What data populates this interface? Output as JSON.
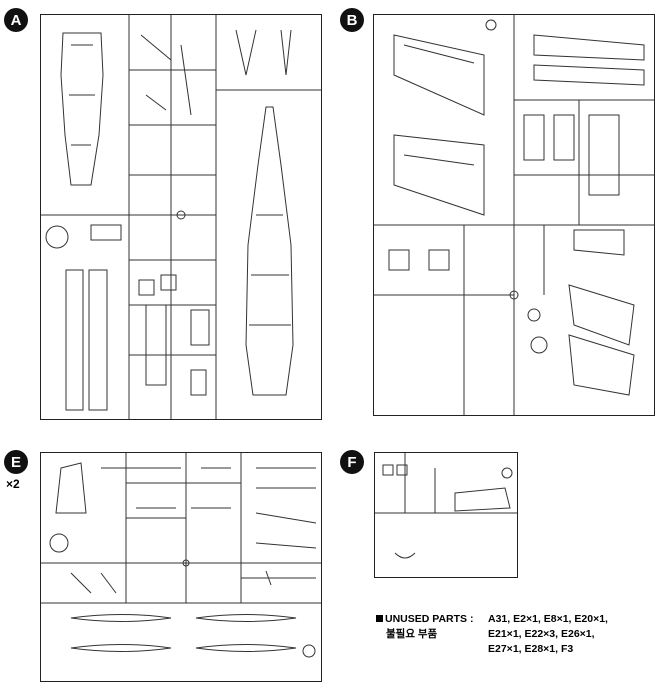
{
  "sprues": {
    "a": {
      "letter": "A"
    },
    "b": {
      "letter": "B",
      "tag": "B"
    },
    "e": {
      "letter": "E",
      "multiplier": "×2"
    },
    "f": {
      "letter": "F",
      "tag": "F"
    }
  },
  "unused_parts": {
    "title": "UNUSED PARTS",
    "korean": "불필요 부품",
    "lines": [
      "A31, E2×1, E8×1, E20×1,",
      "E21×1, E22×3, E26×1,",
      "E27×1, E28×1, F3"
    ]
  }
}
